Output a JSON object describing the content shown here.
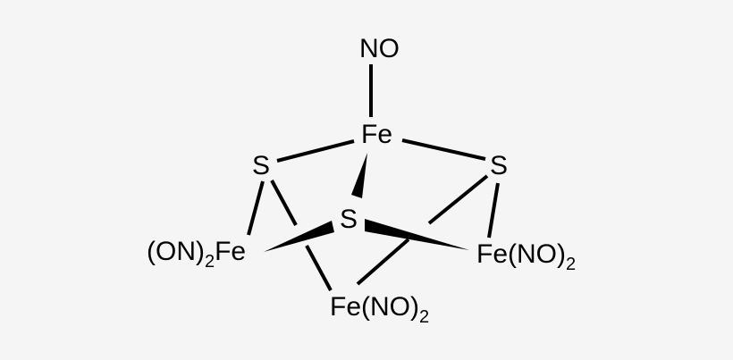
{
  "diagram": {
    "type": "chemical-structure",
    "colors": {
      "background": "#f5f5f5",
      "ink": "#000000"
    },
    "atoms": {
      "nitrosyl_top": {
        "label": "NO"
      },
      "fe_top": {
        "label": "Fe"
      },
      "s_left": {
        "label": "S"
      },
      "s_right": {
        "label": "S"
      },
      "s_center": {
        "label": "S"
      },
      "fe_left": {
        "prefix": "(ON)",
        "sub": "2",
        "suffix": "Fe"
      },
      "fe_right": {
        "prefix": "Fe(NO)",
        "sub": "2"
      },
      "fe_bottom": {
        "prefix": "Fe(NO)",
        "sub": "2"
      }
    }
  }
}
